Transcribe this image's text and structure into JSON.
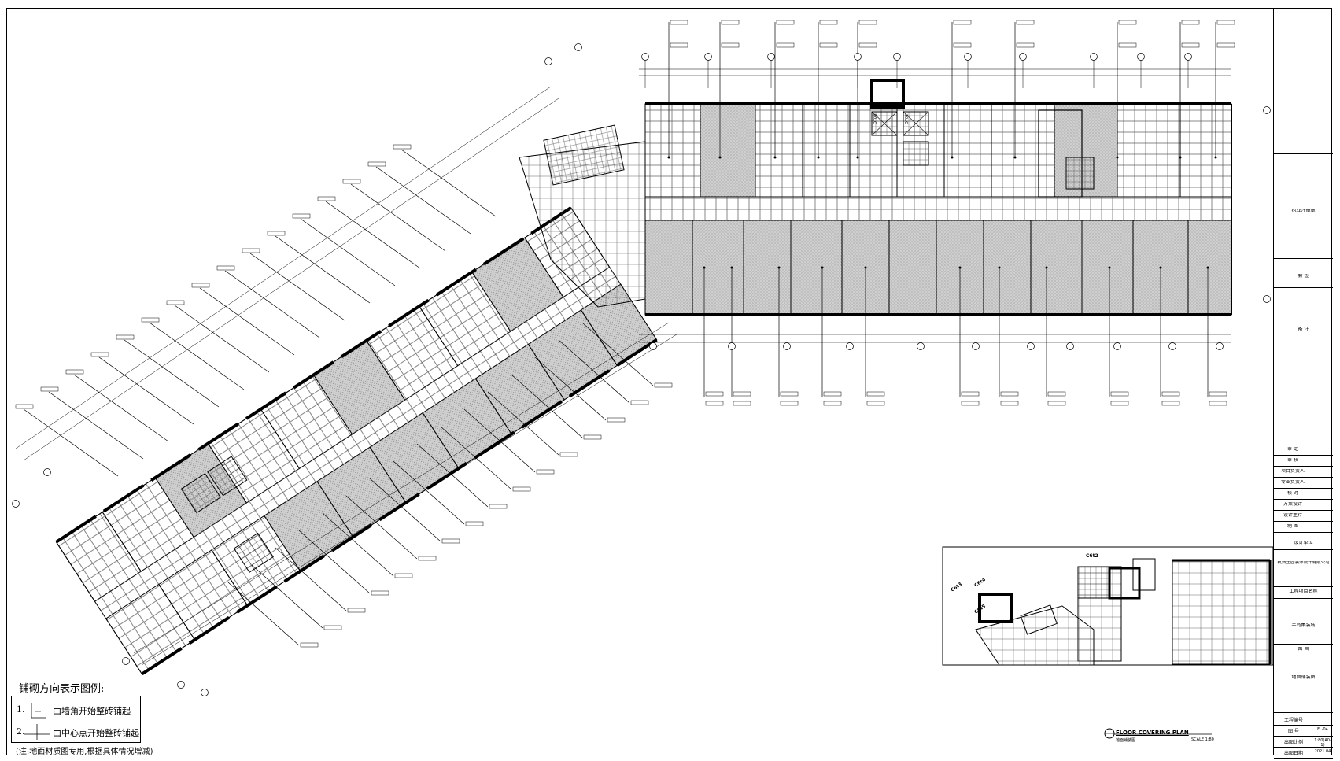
{
  "legend": {
    "title": "铺砌方向表示图例:",
    "items": [
      {
        "num": "1.",
        "text": "由墙角开始整砖铺起"
      },
      {
        "num": "2.",
        "text": "由中心点开始整砖铺起"
      }
    ],
    "note": "(注:地面材质图专用,根据具体情况增减)"
  },
  "plan": {
    "title": "FLOOR COVERING PLAN",
    "subtitle": "地面铺装图",
    "scale": "SCALE 1:80",
    "elevator_tags": [
      "DT03",
      "DT02",
      "C6t3",
      "C6t2",
      "C6t4",
      "C6t5"
    ]
  },
  "title_block": {
    "stamp": "执业注册章",
    "sign": "会  签",
    "remarks": "备  注",
    "roles": [
      "审  定",
      "审  核",
      "项目负责人",
      "专业负责人",
      "校  对",
      "方案设计",
      "设计主持",
      "制  图"
    ],
    "design_unit_label": "设计单位",
    "design_unit": "杭州土匠装饰设计有限公司",
    "project_label": "工程项目名称",
    "project": "半岛集装城",
    "drawing_label": "图  目",
    "drawing": "地面铺装图",
    "meta": [
      {
        "label": "工程编号",
        "value": ""
      },
      {
        "label": "图  号",
        "value": "FL-04"
      },
      {
        "label": "出图比例",
        "value": "1:80(A0-1)"
      },
      {
        "label": "出图日期",
        "value": "2021.04"
      }
    ]
  },
  "colors": {
    "line": "#000000",
    "hatch": "#9a9a9a",
    "grid": "#555555",
    "paper": "#ffffff"
  }
}
